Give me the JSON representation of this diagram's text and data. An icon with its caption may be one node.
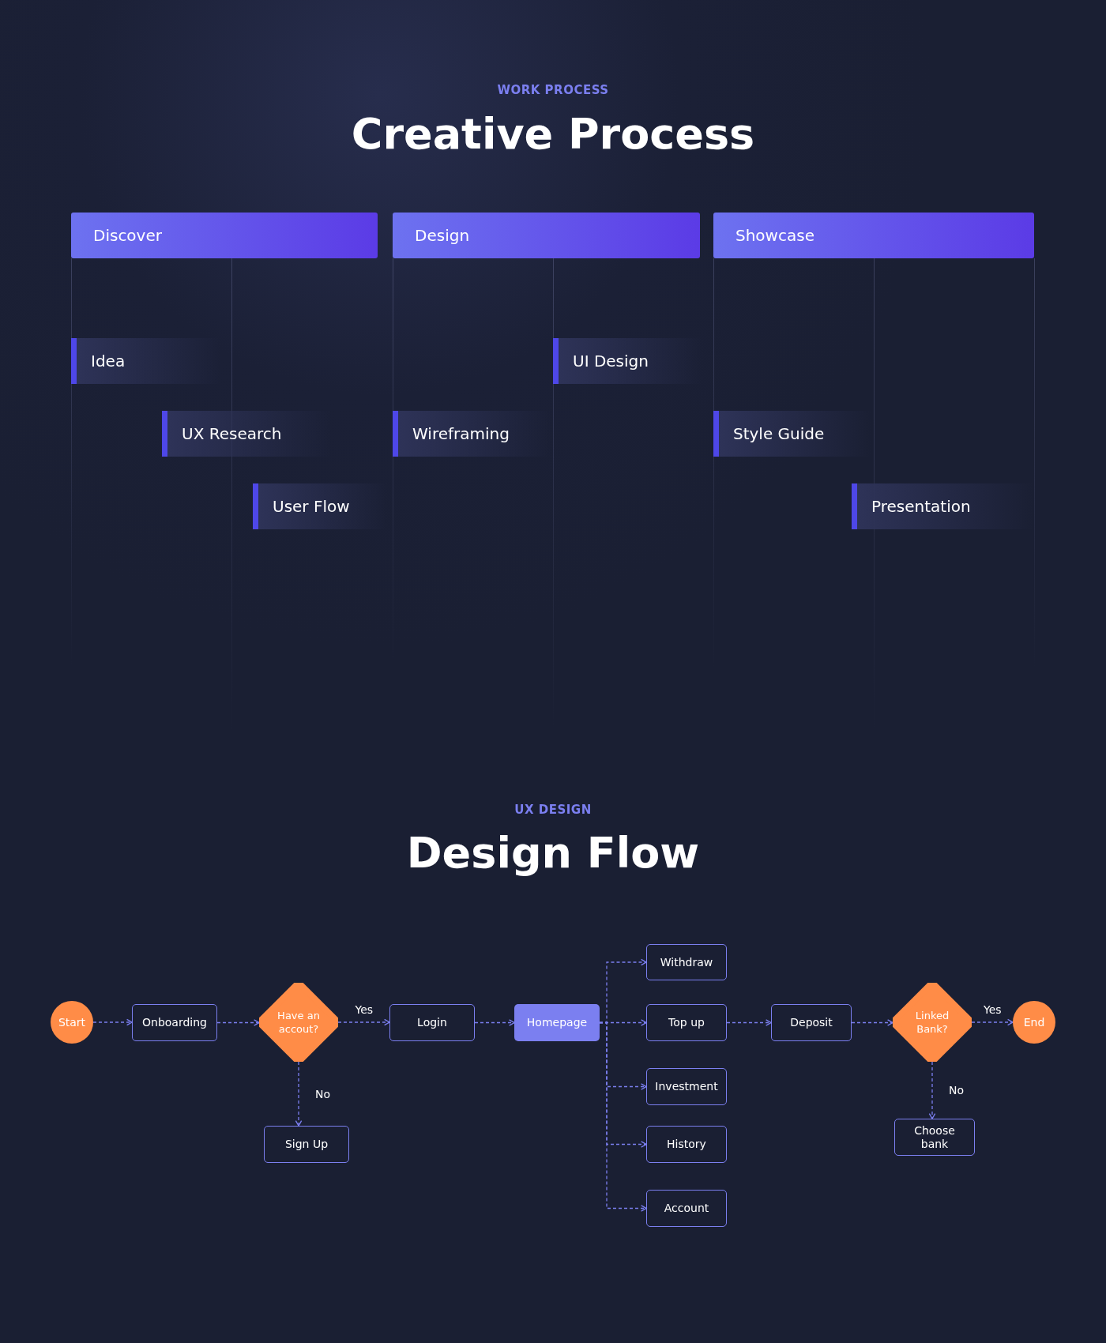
{
  "diagram": {
    "nodes": [
      {
        "text": [
          "Discover"
        ]
      },
      {
        "text": [
          "Design"
        ]
      },
      {
        "text": [
          "Showcase"
        ]
      },
      {
        "text": [
          "Idea"
        ]
      },
      {
        "text": [
          "UX Research"
        ]
      },
      {
        "text": [
          "User Flow"
        ]
      },
      {
        "text": [
          "Wireframing"
        ]
      },
      {
        "text": [
          "UI Design"
        ]
      },
      {
        "text": [
          "Style Guide"
        ]
      },
      {
        "text": [
          "Presentation"
        ]
      },
      {
        "text": [
          "Start"
        ]
      },
      {
        "text": [
          "Onboarding"
        ]
      },
      {
        "text": [
          "Have an accout?"
        ]
      },
      {
        "text": [
          "Login"
        ]
      },
      {
        "text": [
          "Sign Up"
        ]
      },
      {
        "text": [
          "Homepage"
        ]
      },
      {
        "text": [
          "Withdraw"
        ]
      },
      {
        "text": [
          "Top up"
        ]
      },
      {
        "text": [
          "Investment"
        ]
      },
      {
        "text": [
          "History"
        ]
      },
      {
        "text": [
          "Account"
        ]
      },
      {
        "text": [
          "Deposit"
        ]
      },
      {
        "text": [
          "Linked Bank?"
        ]
      },
      {
        "text": [
          "Choose bank"
        ]
      },
      {
        "text": [
          "End"
        ]
      }
    ],
    "edges": [
      {
        "from": 10,
        "to": 11,
        "arrow": "to",
        "style": "dashed"
      },
      {
        "from": 11,
        "to": 12,
        "arrow": "to",
        "style": "dashed"
      },
      {
        "from": 12,
        "to": 13,
        "arrow": "to",
        "style": "dashed",
        "label": "Yes"
      },
      {
        "from": 12,
        "to": 14,
        "arrow": "to",
        "style": "dashed",
        "label": "No"
      },
      {
        "from": 13,
        "to": 15,
        "arrow": "to",
        "style": "dashed"
      },
      {
        "from": 15,
        "to": 16,
        "arrow": "to",
        "style": "dashed"
      },
      {
        "from": 15,
        "to": 17,
        "arrow": "to",
        "style": "dashed"
      },
      {
        "from": 15,
        "to": 18,
        "arrow": "to",
        "style": "dashed"
      },
      {
        "from": 15,
        "to": 19,
        "arrow": "to",
        "style": "dashed"
      },
      {
        "from": 15,
        "to": 20,
        "arrow": "to",
        "style": "dashed"
      },
      {
        "from": 17,
        "to": 21,
        "arrow": "to",
        "style": "dashed"
      },
      {
        "from": 21,
        "to": 22,
        "arrow": "to",
        "style": "dashed"
      },
      {
        "from": 22,
        "to": 24,
        "arrow": "to",
        "style": "dashed",
        "label": "Yes"
      },
      {
        "from": 22,
        "to": 23,
        "arrow": "to",
        "style": "dashed",
        "label": "No"
      }
    ],
    "labels": [
      "WORK PROCESS",
      "Creative Process",
      "UX DESIGN",
      "Design Flow"
    ]
  }
}
